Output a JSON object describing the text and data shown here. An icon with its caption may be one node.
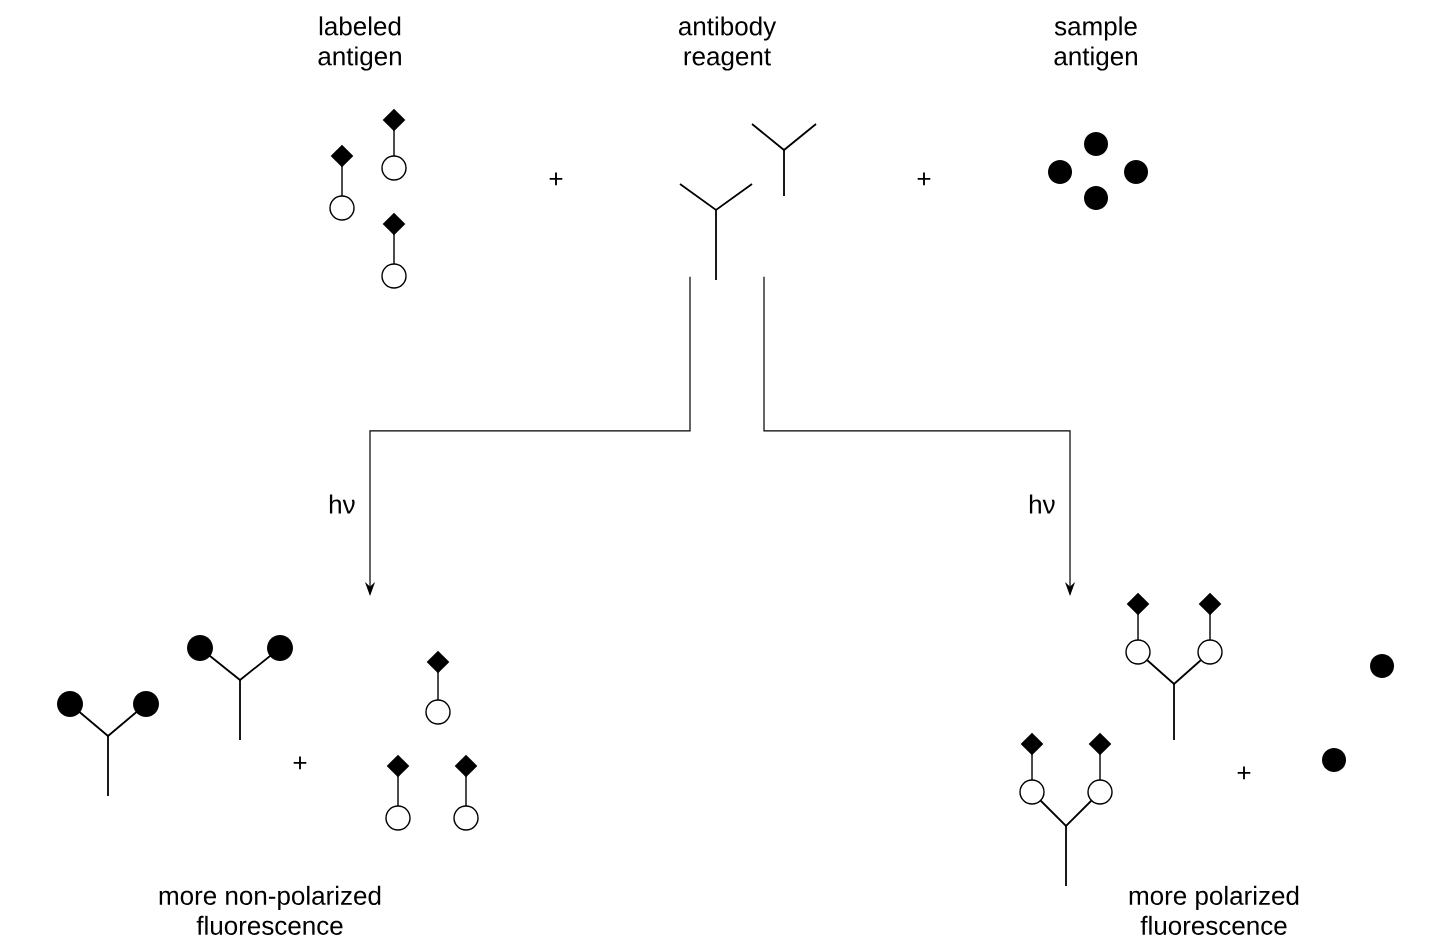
{
  "diagram": {
    "nodes": [
      {
        "text": [
          "labeled antigen"
        ]
      },
      {
        "text": [
          "antibody reagent"
        ]
      },
      {
        "text": [
          "sample antigen"
        ]
      },
      {
        "text": [
          "more non-polarized fluorescence"
        ]
      },
      {
        "text": [
          "more polarized fluorescence"
        ]
      }
    ],
    "edges": [
      {
        "from": 1,
        "to": 3,
        "arrow": "to",
        "label": "hν"
      },
      {
        "from": 1,
        "to": 4,
        "arrow": "to",
        "label": "hν"
      }
    ],
    "labels": [
      "+",
      "+",
      "+",
      "+"
    ]
  }
}
